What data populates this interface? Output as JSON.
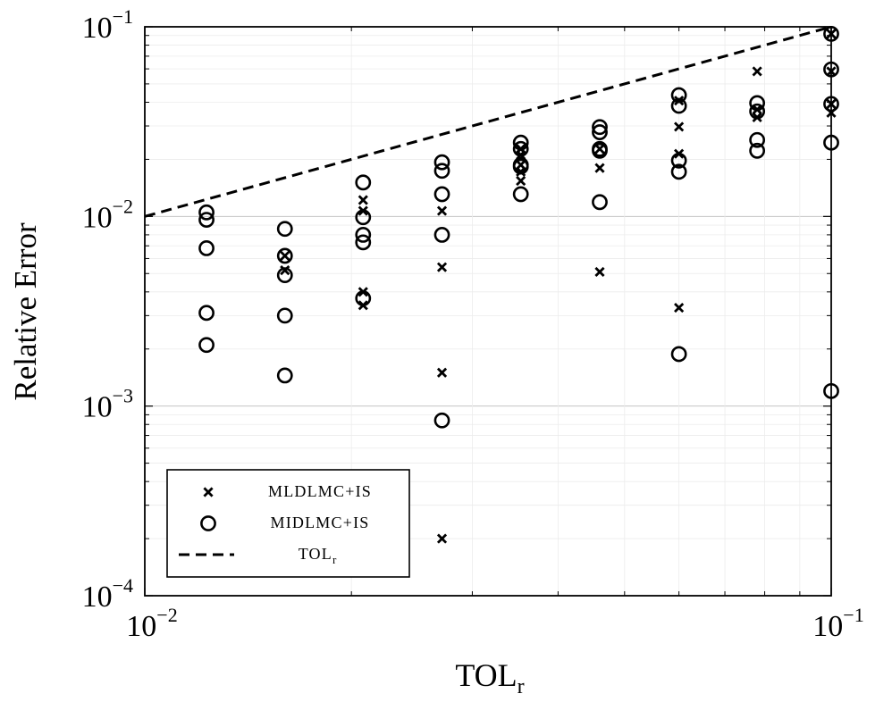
{
  "chart_data": {
    "type": "scatter",
    "title": "",
    "xlabel": {
      "base": "TOL",
      "sub": "r"
    },
    "ylabel": "Relative Error",
    "xscale": "log",
    "yscale": "log",
    "xlim": [
      0.01,
      0.1
    ],
    "ylim": [
      0.0001,
      0.1
    ],
    "grid": true,
    "legend_position": "bottom-left",
    "x_ticks": [
      {
        "value": 0.01,
        "base": "10",
        "exp": "−2"
      },
      {
        "value": 0.1,
        "base": "10",
        "exp": "−1"
      }
    ],
    "y_ticks": [
      {
        "value": 0.1,
        "base": "10",
        "exp": "−1"
      },
      {
        "value": 0.01,
        "base": "10",
        "exp": "−2"
      },
      {
        "value": 0.001,
        "base": "10",
        "exp": "−3"
      },
      {
        "value": 0.0001,
        "base": "10",
        "exp": "−4"
      }
    ],
    "series": [
      {
        "name": "MLDLMC+IS",
        "marker": "cross",
        "color": "#000000",
        "points": [
          [
            0.016,
            0.0062
          ],
          [
            0.016,
            0.0052
          ],
          [
            0.0208,
            0.0122
          ],
          [
            0.0208,
            0.0107
          ],
          [
            0.0208,
            0.004
          ],
          [
            0.0208,
            0.0034
          ],
          [
            0.0271,
            0.0107
          ],
          [
            0.0271,
            0.0054
          ],
          [
            0.0271,
            0.0015
          ],
          [
            0.0271,
            0.0002
          ],
          [
            0.0353,
            0.0227
          ],
          [
            0.0353,
            0.0211
          ],
          [
            0.0353,
            0.0187
          ],
          [
            0.0353,
            0.0172
          ],
          [
            0.0353,
            0.0154
          ],
          [
            0.046,
            0.0227
          ],
          [
            0.046,
            0.018
          ],
          [
            0.046,
            0.0051
          ],
          [
            0.06,
            0.0408
          ],
          [
            0.06,
            0.0297
          ],
          [
            0.06,
            0.0214
          ],
          [
            0.06,
            0.0033
          ],
          [
            0.078,
            0.0582
          ],
          [
            0.078,
            0.0366
          ],
          [
            0.078,
            0.0333
          ],
          [
            0.1,
            0.0918
          ],
          [
            0.1,
            0.0582
          ],
          [
            0.1,
            0.0392
          ],
          [
            0.1,
            0.0352
          ]
        ]
      },
      {
        "name": "MIDLMC+IS",
        "marker": "circle",
        "color": "#000000",
        "points": [
          [
            0.0123,
            0.0105
          ],
          [
            0.0123,
            0.0096
          ],
          [
            0.0123,
            0.0068
          ],
          [
            0.0123,
            0.0031
          ],
          [
            0.0123,
            0.0021
          ],
          [
            0.016,
            0.0086
          ],
          [
            0.016,
            0.0062
          ],
          [
            0.016,
            0.0049
          ],
          [
            0.016,
            0.003
          ],
          [
            0.016,
            0.00145
          ],
          [
            0.0208,
            0.0151
          ],
          [
            0.0208,
            0.0099
          ],
          [
            0.0208,
            0.008
          ],
          [
            0.0208,
            0.0073
          ],
          [
            0.0208,
            0.0037
          ],
          [
            0.0271,
            0.0193
          ],
          [
            0.0271,
            0.0174
          ],
          [
            0.0271,
            0.0131
          ],
          [
            0.0271,
            0.008
          ],
          [
            0.0271,
            0.00084
          ],
          [
            0.0353,
            0.0245
          ],
          [
            0.0353,
            0.0227
          ],
          [
            0.0353,
            0.0187
          ],
          [
            0.0353,
            0.0183
          ],
          [
            0.0353,
            0.0131
          ],
          [
            0.046,
            0.0296
          ],
          [
            0.046,
            0.0278
          ],
          [
            0.046,
            0.0227
          ],
          [
            0.046,
            0.0222
          ],
          [
            0.046,
            0.0119
          ],
          [
            0.06,
            0.0436
          ],
          [
            0.06,
            0.0383
          ],
          [
            0.06,
            0.0197
          ],
          [
            0.06,
            0.0172
          ],
          [
            0.06,
            0.00188
          ],
          [
            0.078,
            0.0396
          ],
          [
            0.078,
            0.0358
          ],
          [
            0.078,
            0.0253
          ],
          [
            0.078,
            0.0222
          ],
          [
            0.1,
            0.0918
          ],
          [
            0.1,
            0.0596
          ],
          [
            0.1,
            0.0392
          ],
          [
            0.1,
            0.0245
          ],
          [
            0.1,
            0.0012
          ]
        ]
      },
      {
        "name": {
          "base": "TOL",
          "sub": "r"
        },
        "marker": "dashed-line",
        "color": "#000000",
        "points": [
          [
            0.01,
            0.01
          ],
          [
            0.1,
            0.1
          ]
        ]
      }
    ]
  }
}
